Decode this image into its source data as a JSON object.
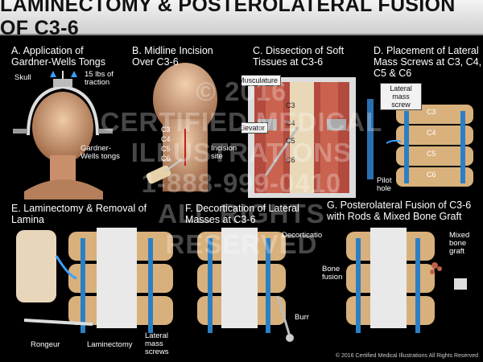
{
  "title": "LAMINECTOMY & POSTEROLATERAL FUSION OF C3-6",
  "panels": {
    "a": {
      "caption": "A. Application of Gardner-Wells Tongs",
      "skull": "Skull",
      "traction": "15 lbs of traction",
      "tongs": "Gardner-Wells tongs"
    },
    "b": {
      "caption": "B. Midline Incision Over C3-6",
      "c3": "C3",
      "c4": "C4",
      "c5": "C5",
      "c6": "C6",
      "incision": "Incision site"
    },
    "c": {
      "caption": "C. Dissection of Soft Tissues at C3-6",
      "musculature": "Musculature",
      "elevator": "Elevator",
      "c3": "C3",
      "c4": "C4",
      "c5": "C5",
      "c6": "C6"
    },
    "d": {
      "caption": "D. Placement of Lateral Mass Screws at C3, C4, C5 & C6",
      "screw": "Lateral mass screw",
      "pilot": "Pilot hole",
      "c3": "C3",
      "c4": "C4",
      "c5": "C5",
      "c6": "C6"
    },
    "e": {
      "caption": "E. Laminectomy & Removal of Lamina",
      "rongeur": "Rongeur",
      "laminectomy": "Laminectomy",
      "screws": "Lateral mass screws"
    },
    "f": {
      "caption": "F. Decortication of Lateral Masses at C3-6",
      "decortication": "Decortication",
      "burr": "Burr"
    },
    "g": {
      "caption": "G. Posterolateral Fusion of C3-6 with Rods & Mixed Bone Graft",
      "bone_fusion": "Bone fusion",
      "graft": "Mixed bone graft"
    }
  },
  "watermark": [
    "© 2016",
    "CERTIFIED MEDICAL",
    "ILLUSTRATIONS",
    "1-888-999-0410",
    "ALL RIGHTS",
    "RESERVED"
  ],
  "copyright": "© 2016 Certified Medical Illustrations All Rights Reserved"
}
